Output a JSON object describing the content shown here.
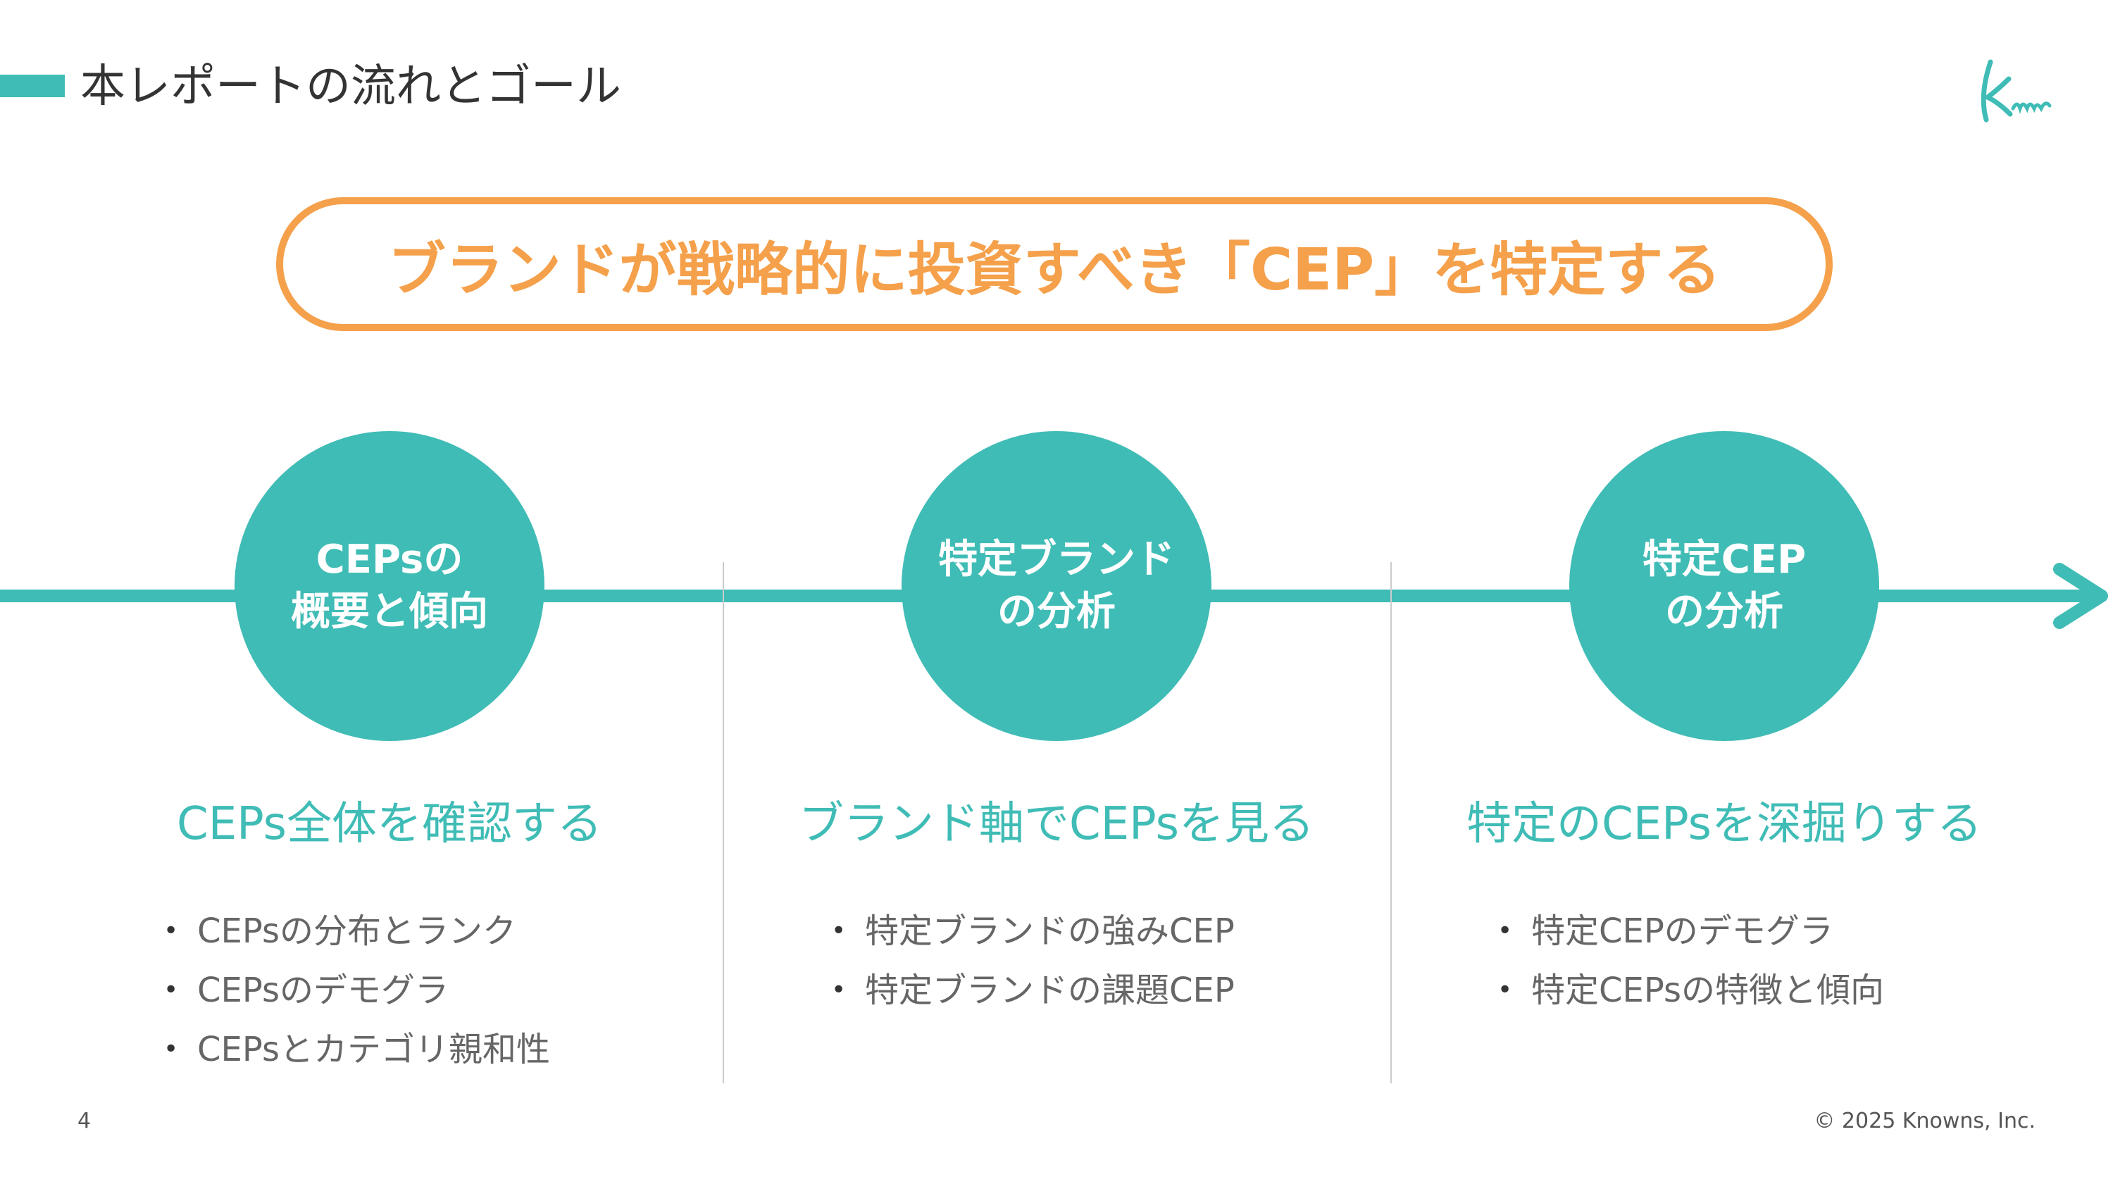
{
  "header": {
    "title": "本レポートの流れとゴール",
    "logo_text": "Knowns"
  },
  "goal": {
    "text": "ブランドが戦略的に投資すべき「CEP」を特定する"
  },
  "steps": [
    {
      "circle_lines": [
        "CEPsの",
        "概要と傾向"
      ],
      "heading": "CEPs全体を確認する",
      "bullets": [
        "CEPsの分布とランク",
        "CEPsのデモグラ",
        "CEPsとカテゴリ親和性"
      ]
    },
    {
      "circle_lines": [
        "特定ブランド",
        "の分析"
      ],
      "heading": "ブランド軸でCEPsを見る",
      "bullets": [
        "特定ブランドの強みCEP",
        "特定ブランドの課題CEP"
      ]
    },
    {
      "circle_lines": [
        "特定CEP",
        "の分析"
      ],
      "heading": "特定のCEPsを深掘りする",
      "bullets": [
        "特定CEPのデモグラ",
        "特定CEPsの特徴と傾向"
      ]
    }
  ],
  "footer": {
    "page_number": "4",
    "copyright": "© 2025 Knowns, Inc."
  },
  "colors": {
    "accent": "#3fbcb5",
    "goal": "#f5a04b",
    "text": "#333333",
    "muted": "#666666"
  }
}
